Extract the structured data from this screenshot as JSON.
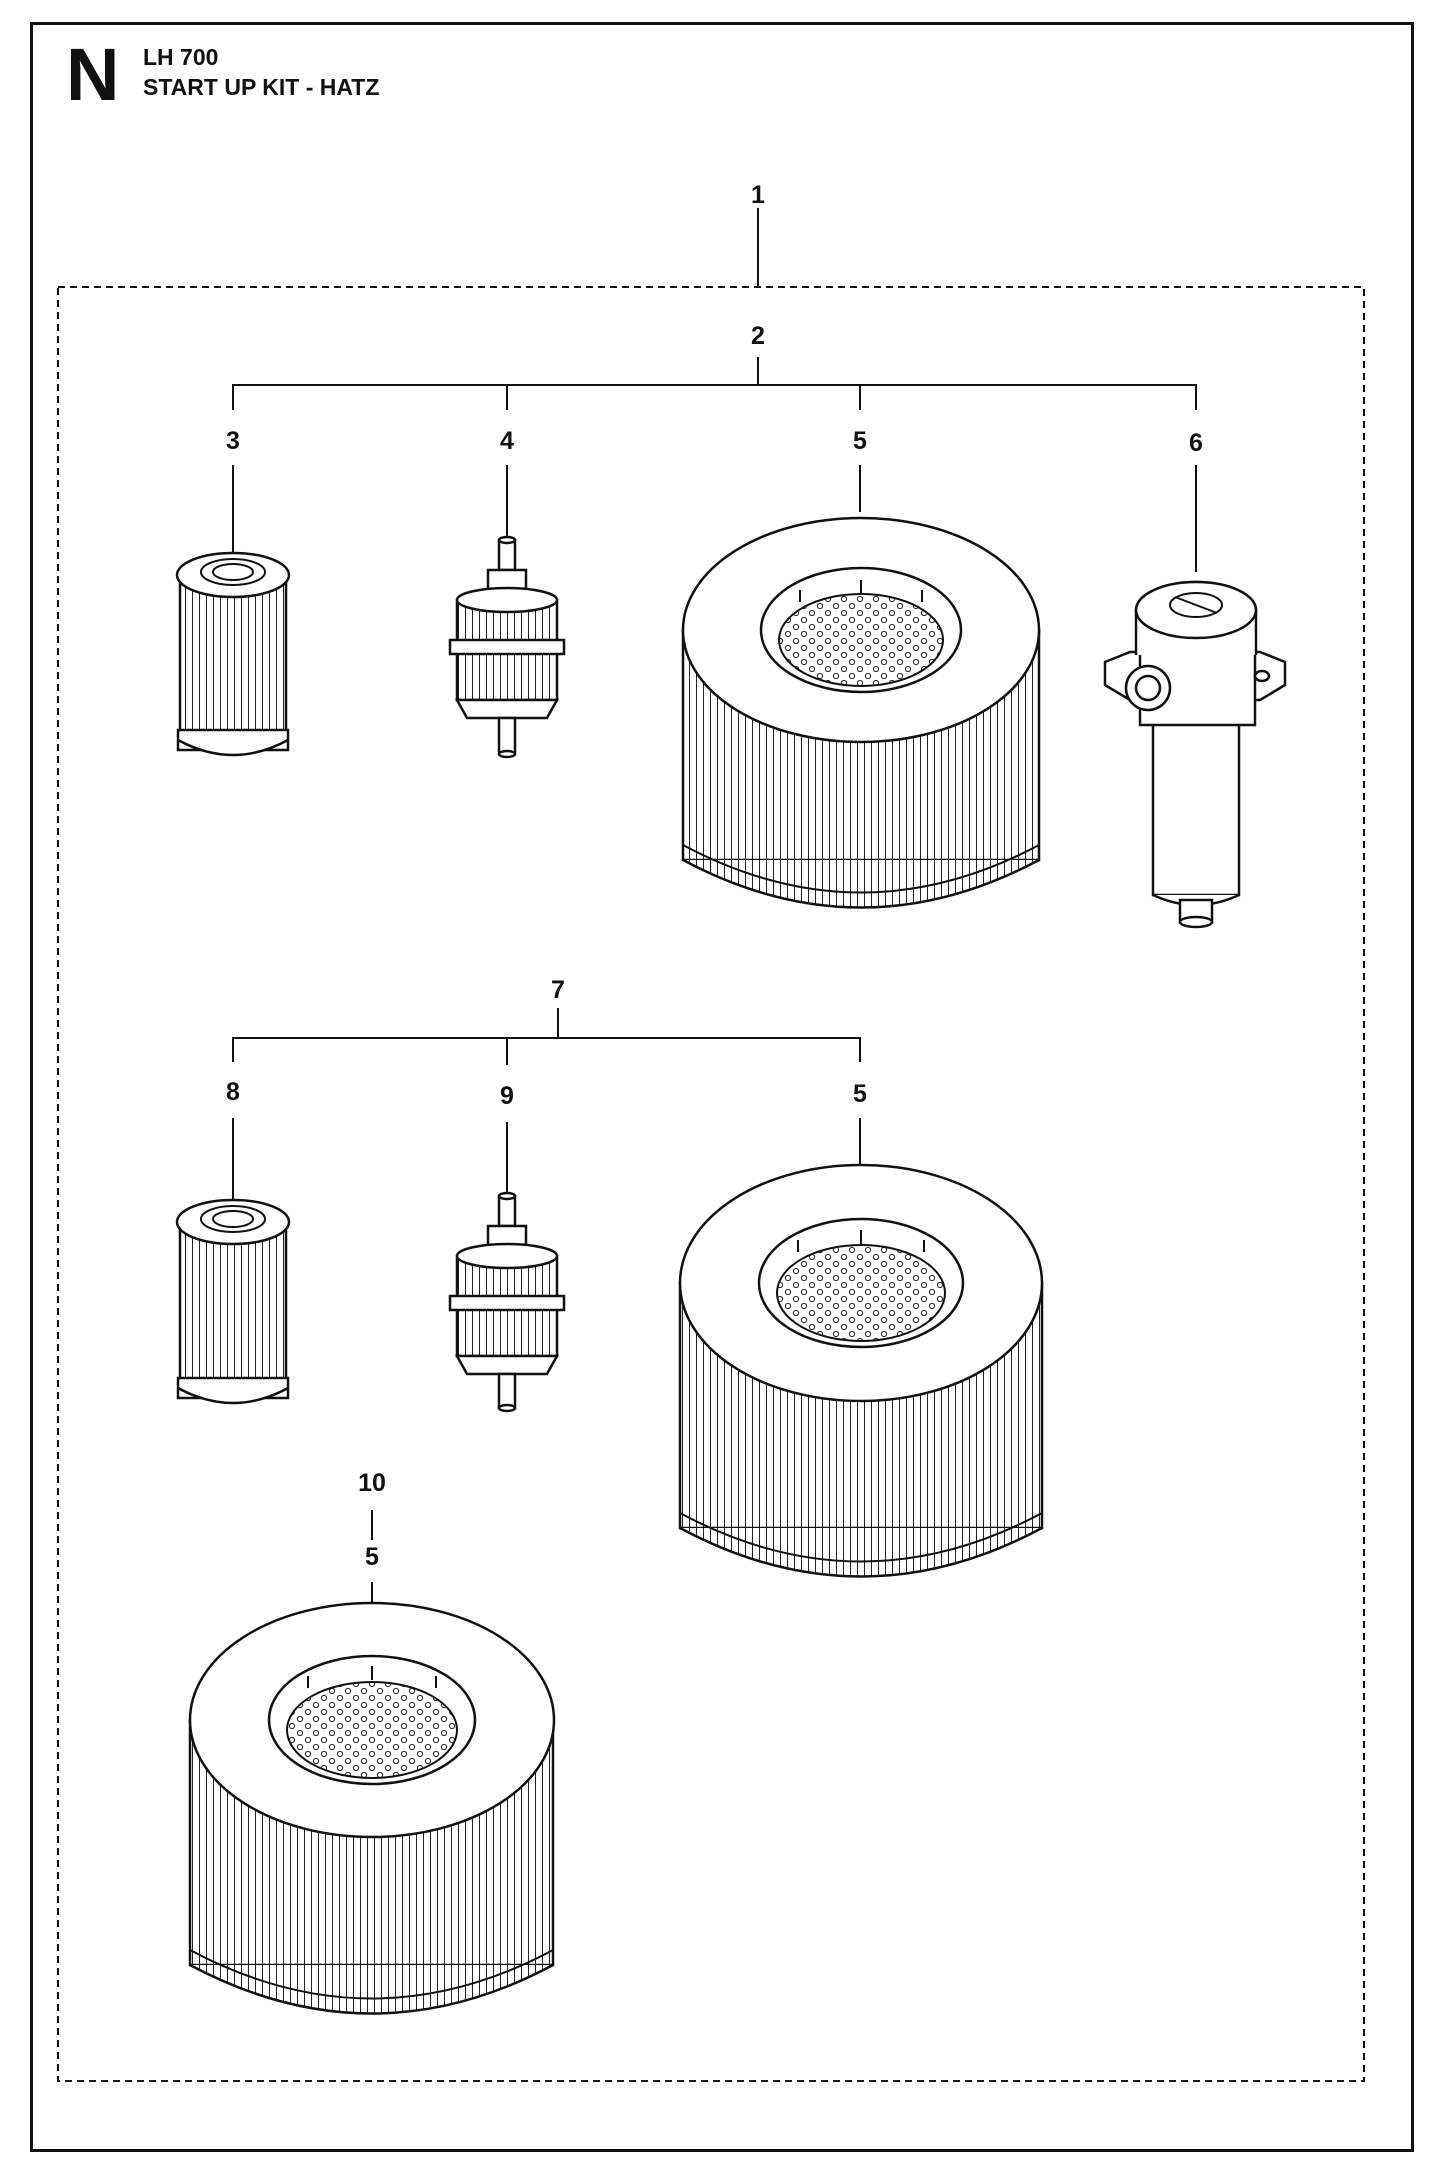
{
  "header": {
    "section_letter": "N",
    "model": "LH 700",
    "title": "START UP KIT - HATZ"
  },
  "callouts": {
    "c1": "1",
    "c2": "2",
    "c3": "3",
    "c4": "4",
    "c5a": "5",
    "c6": "6",
    "c7": "7",
    "c8": "8",
    "c9": "9",
    "c5b": "5",
    "c10": "10",
    "c5c": "5"
  },
  "colors": {
    "line": "#111111",
    "background": "#ffffff"
  }
}
